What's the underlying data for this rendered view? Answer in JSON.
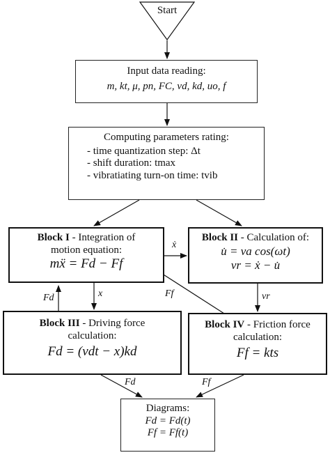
{
  "start": "Start",
  "input": {
    "title": "Input data reading:",
    "params": "m, kt, μ, pn, FC, vd, kd, uo, f"
  },
  "computing": {
    "title": "Computing parameters rating:",
    "item1": "- time quantization step: Δt",
    "item2": "- shift duration: tmax",
    "item3": "- vibratiating turn-on time: tvib"
  },
  "block1": {
    "name": "Block I",
    "desc1": " - Integration of",
    "desc2": "motion equation:",
    "eq": "mẍ = Fd − Ff"
  },
  "block2": {
    "name": "Block II",
    "desc1": " - Calculation of:",
    "eq1": "u̇ = va cos(ωt)",
    "eq2": "vr = ẋ − u̇"
  },
  "block3": {
    "name": "Block III",
    "desc1": " - Driving force",
    "desc2": "calculation:",
    "eq": "Fd = (vdt − x)kd"
  },
  "block4": {
    "name": "Block IV",
    "desc1": " - Friction force",
    "desc2": "calculation:",
    "eq": "Ff = kts"
  },
  "diagrams": {
    "title": "Diagrams:",
    "eq1": "Fd = Fd(t)",
    "eq2": "Ff = Ff(t)"
  },
  "labels": {
    "xdot": "ẋ",
    "x": "x",
    "fd_left": "Fd",
    "ff_mid": "Ff",
    "vr": "vr",
    "fd_bottom": "Fd",
    "ff_bottom": "Ff"
  }
}
